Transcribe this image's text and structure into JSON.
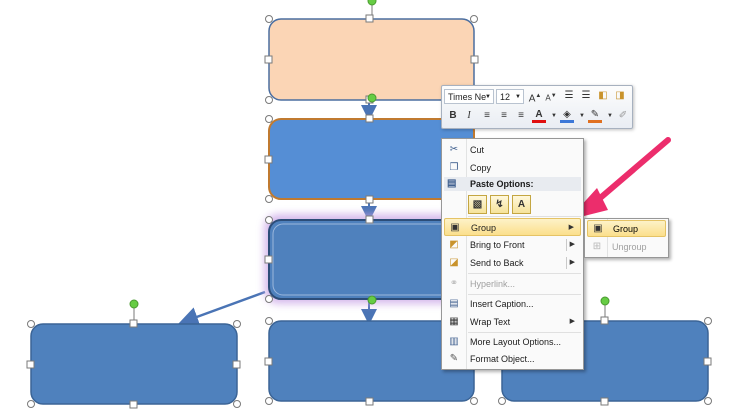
{
  "colors": {
    "shape_blue": "#4f81bd",
    "shape_blue_dark": "#3b6496",
    "shape_peach": "#fbd5b5",
    "shape_orange_outline": "#c07a30",
    "selection_glow": "#c9a4e6",
    "annotation_arrow": "#ec2d6c",
    "connector": "#4a74b5",
    "handle_green": "#66cc44"
  },
  "mini_toolbar": {
    "font_name": "Times Ne",
    "font_size": "12",
    "grow_font": "A",
    "shrink_font": "A",
    "bold": "B",
    "italic": "I",
    "font_color": "A"
  },
  "context_menu": {
    "items": [
      {
        "label": "Cut",
        "icon": "scissors-icon",
        "glyph": "✂",
        "enabled": true
      },
      {
        "label": "Copy",
        "icon": "copy-icon",
        "glyph": "❐",
        "enabled": true
      },
      {
        "label": "Group",
        "icon": "group-icon",
        "glyph": "▣",
        "enabled": true,
        "submenu": true,
        "highlighted": true
      },
      {
        "label": "Bring to Front",
        "icon": "bring-front-icon",
        "glyph": "◩",
        "enabled": true,
        "submenu": true
      },
      {
        "label": "Send to Back",
        "icon": "send-back-icon",
        "glyph": "◪",
        "enabled": true,
        "submenu": true
      },
      {
        "label": "Hyperlink...",
        "icon": "hyperlink-icon",
        "glyph": "⚭",
        "enabled": false
      },
      {
        "label": "Insert Caption...",
        "icon": "caption-icon",
        "glyph": "▤",
        "enabled": true
      },
      {
        "label": "Wrap Text",
        "icon": "wrap-text-icon",
        "glyph": "▦",
        "enabled": true,
        "submenu": true
      },
      {
        "label": "More Layout Options...",
        "icon": "layout-options-icon",
        "glyph": "▥",
        "enabled": true
      },
      {
        "label": "Format Object...",
        "icon": "format-object-icon",
        "glyph": "✎",
        "enabled": true
      }
    ],
    "paste_options": {
      "label": "Paste Options:",
      "icon": "clipboard-icon",
      "glyph": "📋",
      "buttons": [
        {
          "name": "paste-keep-formatting-icon",
          "glyph": "▧"
        },
        {
          "name": "paste-merge-formatting-icon",
          "glyph": "↯"
        },
        {
          "name": "paste-text-only-icon",
          "glyph": "A"
        }
      ]
    }
  },
  "group_submenu": {
    "items": [
      {
        "label": "Group",
        "icon": "group-icon",
        "glyph": "▣",
        "enabled": true,
        "highlighted": true
      },
      {
        "label": "Ungroup",
        "icon": "ungroup-icon",
        "glyph": "⊞",
        "enabled": false
      }
    ]
  }
}
